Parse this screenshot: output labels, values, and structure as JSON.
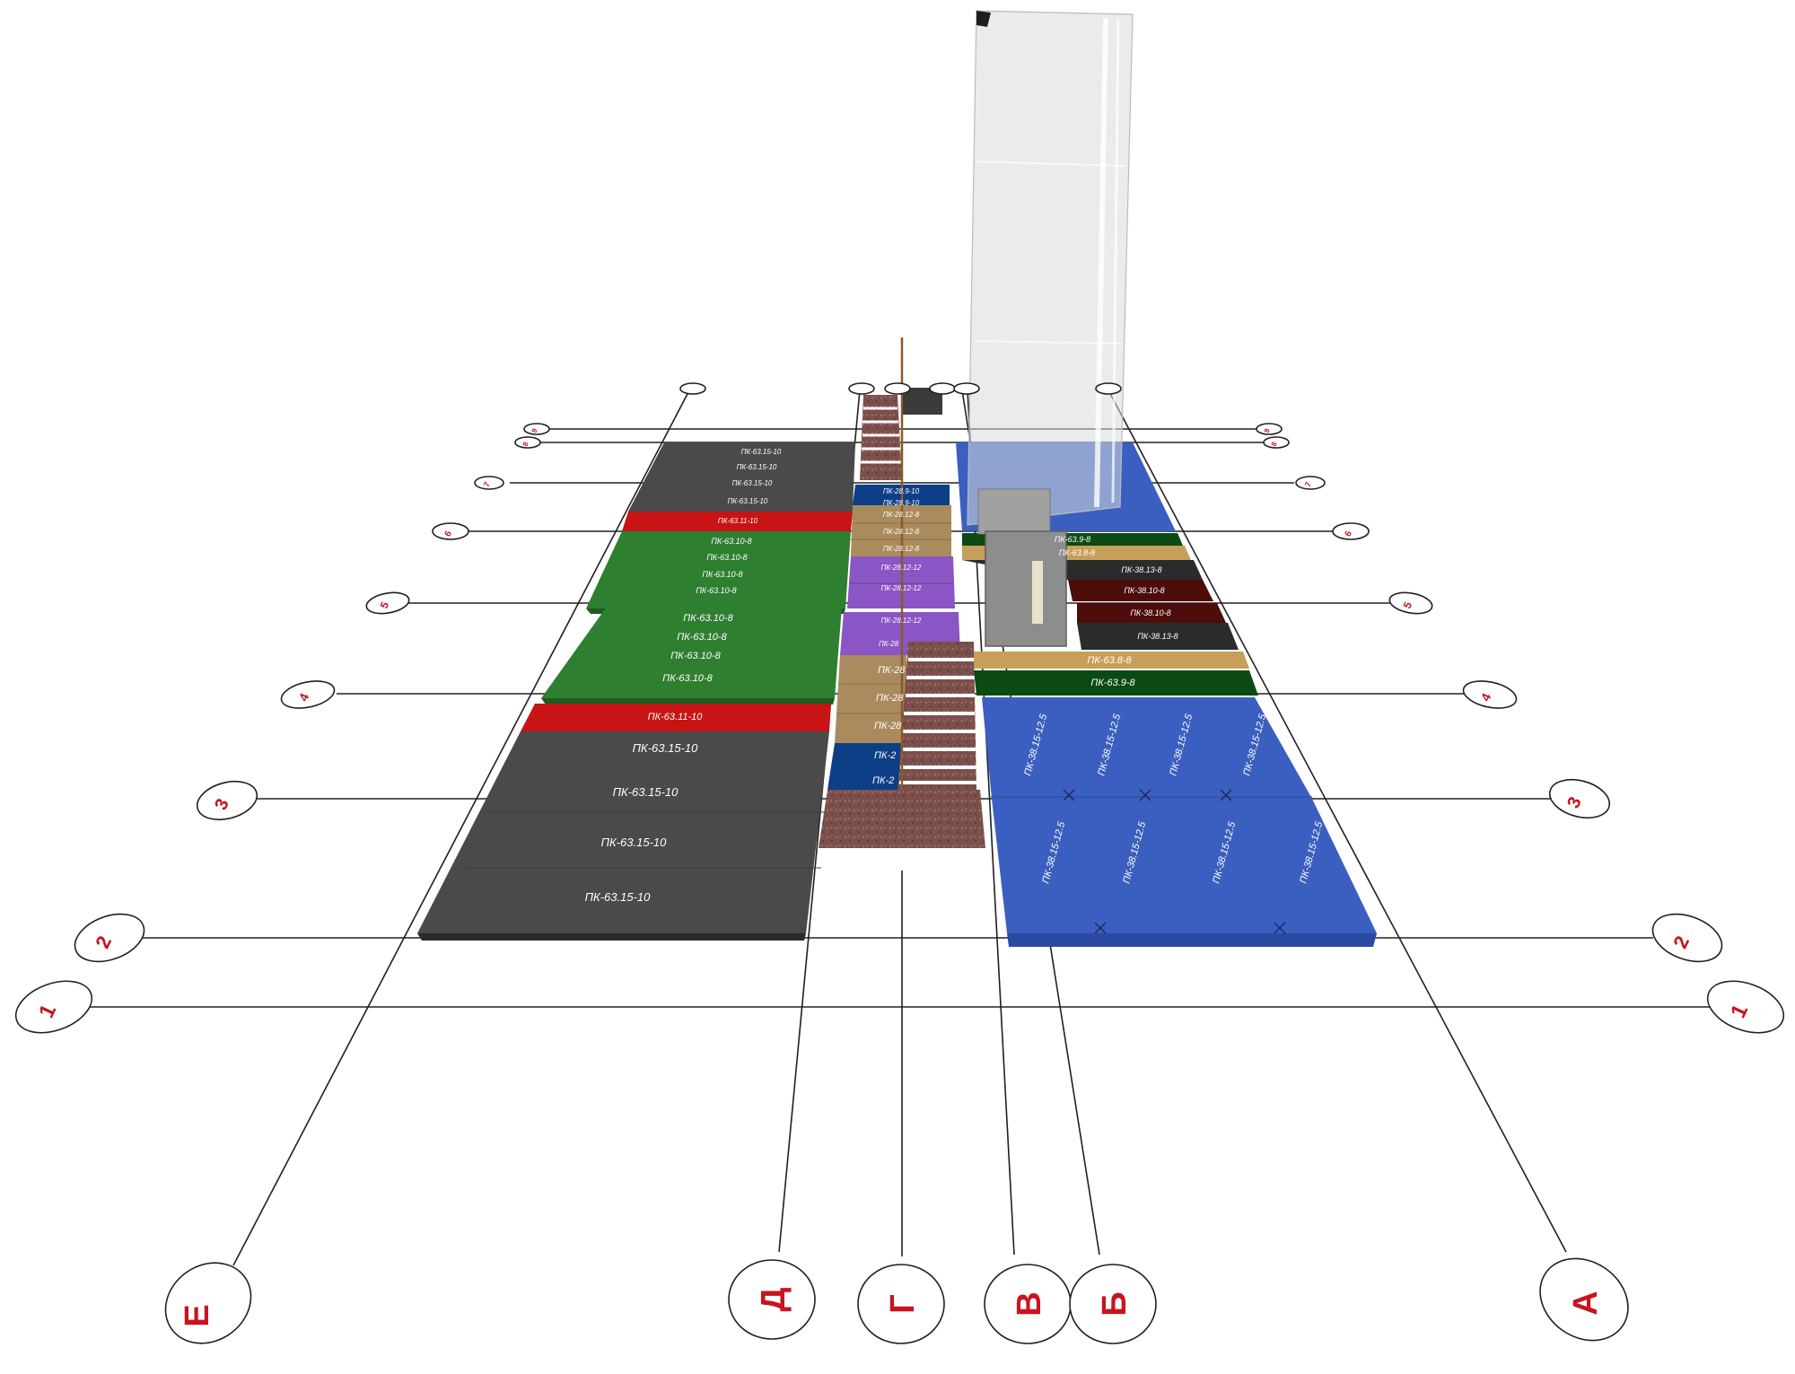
{
  "colors": {
    "slab_gray": "#4a4a4a",
    "slab_red": "#c81414",
    "slab_green": "#2f7f31",
    "slab_tan": "#a98b5d",
    "slab_purple": "#8a55c4",
    "slab_navy": "#0d3f86",
    "slab_blue": "#3b5fc0",
    "slab_darkgreen": "#0c4a14",
    "slab_darkred": "#4d0d0a",
    "axis_line": "#202020",
    "axis_text": "#c8141e",
    "shaft_glass": "#d7dadd"
  },
  "axes": {
    "letters": [
      {
        "label": "Е"
      },
      {
        "label": "Д"
      },
      {
        "label": "Г"
      },
      {
        "label": "В"
      },
      {
        "label": "Б"
      },
      {
        "label": "А"
      }
    ],
    "numbers": [
      {
        "label": "1"
      },
      {
        "label": "2"
      },
      {
        "label": "3"
      },
      {
        "label": "4"
      },
      {
        "label": "5"
      },
      {
        "label": "6"
      },
      {
        "label": "7"
      },
      {
        "label": "8"
      },
      {
        "label": "9"
      }
    ]
  },
  "slabs": {
    "left_top": [
      "ПК-63.15-10",
      "ПК-63.15-10",
      "ПК-63.15-10",
      "ПК-63.15-10"
    ],
    "left_red_upper": "ПК-63.11-10",
    "left_green_upper": [
      "ПК-63.10-8",
      "ПК-63.10-8",
      "ПК-63.10-8",
      "ПК-63.10-8"
    ],
    "left_green_lower": [
      "ПК-63.10-8",
      "ПК-63.10-8",
      "ПК-63.10-8",
      "ПК-63.10-8"
    ],
    "left_red_lower": "ПК-63.11-10",
    "left_bottom": [
      "ПК-63.15-10",
      "ПК-63.15-10",
      "ПК-63.15-10",
      "ПК-63.15-10"
    ],
    "middle_upper": [
      "ПК-28.9-10",
      "ПК-28.9-10",
      "ПК-28.12-8",
      "ПК-28.12-8",
      "ПК-28.12-8"
    ],
    "middle_purple": [
      "ПК-28.12-12",
      "ПК-28.12-12",
      "ПК-28.12-12",
      "ПК-28"
    ],
    "middle_lower": [
      "ПК-28",
      "ПК-28",
      "ПК-28",
      "ПК-2",
      "ПК-2"
    ],
    "right_upper": [
      "ПК-63.9-8",
      "ПК-63.8-8",
      "ПК-38.13-8",
      "ПК-38.10-8",
      "ПК-38.10-8",
      "ПК-38.13-8",
      "ПК-63.8-8",
      "ПК-63.9-8"
    ],
    "right_blue_upper": [
      "ПК-38.15-12.5",
      "ПК-38.15-12.5",
      "ПК-38.15-12.5",
      "ПК-38.15-12.5"
    ],
    "right_blue_lower": [
      "ПК-38.15-12.5",
      "ПК-38.15-12.5",
      "ПК-38.15-12.5",
      "ПК-38.15-12.5"
    ]
  }
}
